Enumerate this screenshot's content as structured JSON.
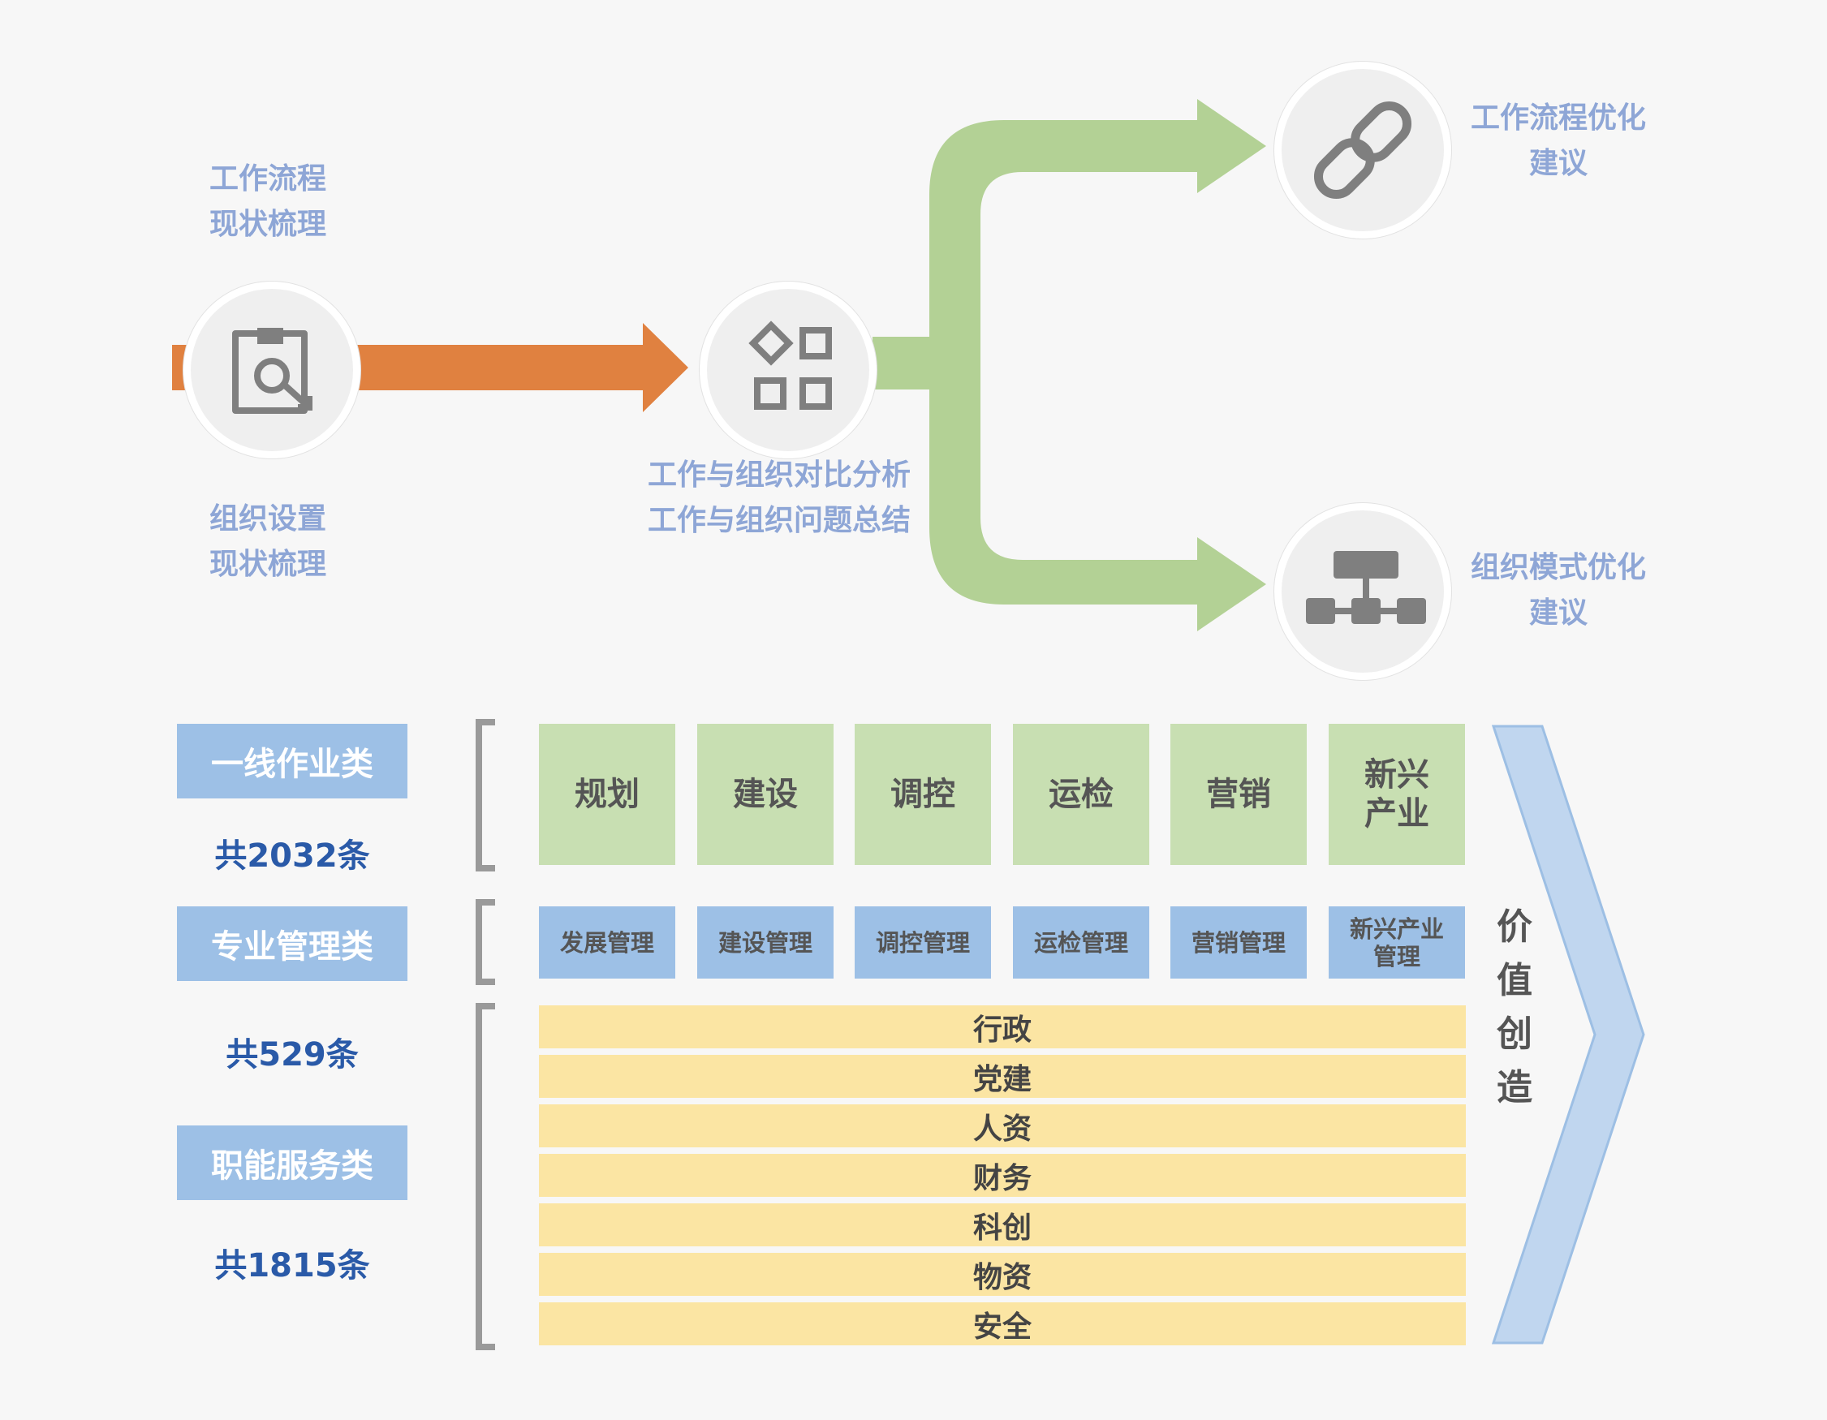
{
  "flow": {
    "start_label_top": [
      "工作流程",
      "现状梳理"
    ],
    "start_label_bottom": [
      "组织设置",
      "现状梳理"
    ],
    "middle_label": [
      "工作与组织对比分析",
      "工作与组织问题总结"
    ],
    "top_right_label": [
      "工作流程优化",
      "建议"
    ],
    "bottom_right_label": [
      "组织模式优化",
      "建议"
    ],
    "icons": [
      "search-document-icon",
      "shapes-grid-icon",
      "link-icon",
      "org-chart-icon"
    ],
    "colors": {
      "orange_arrow": "#e08140",
      "green_arrow": "#b3d195",
      "label": "#8ea6d6"
    }
  },
  "categories": [
    {
      "name": "一线作业类",
      "count": "共2032条"
    },
    {
      "name": "专业管理类",
      "count": "共529条"
    },
    {
      "name": "职能服务类",
      "count": "共1815条"
    }
  ],
  "frontline": [
    "规划",
    "建设",
    "调控",
    "运检",
    "营销",
    "新兴\n产业"
  ],
  "management": [
    "发展管理",
    "建设管理",
    "调控管理",
    "运检管理",
    "营销管理",
    "新兴产业\n管理"
  ],
  "functions": [
    "行政",
    "党建",
    "人资",
    "财务",
    "科创",
    "物资",
    "安全"
  ],
  "value_creation": [
    "价",
    "值",
    "创",
    "造"
  ],
  "colors": {
    "category_box": "#9dc0e6",
    "count_text": "#2a5aa8",
    "green_cell": "#c8dfb2",
    "blue_cell": "#9dc0e6",
    "yellow_row": "#fbe5a3",
    "chevron": "#c0d6ef"
  }
}
